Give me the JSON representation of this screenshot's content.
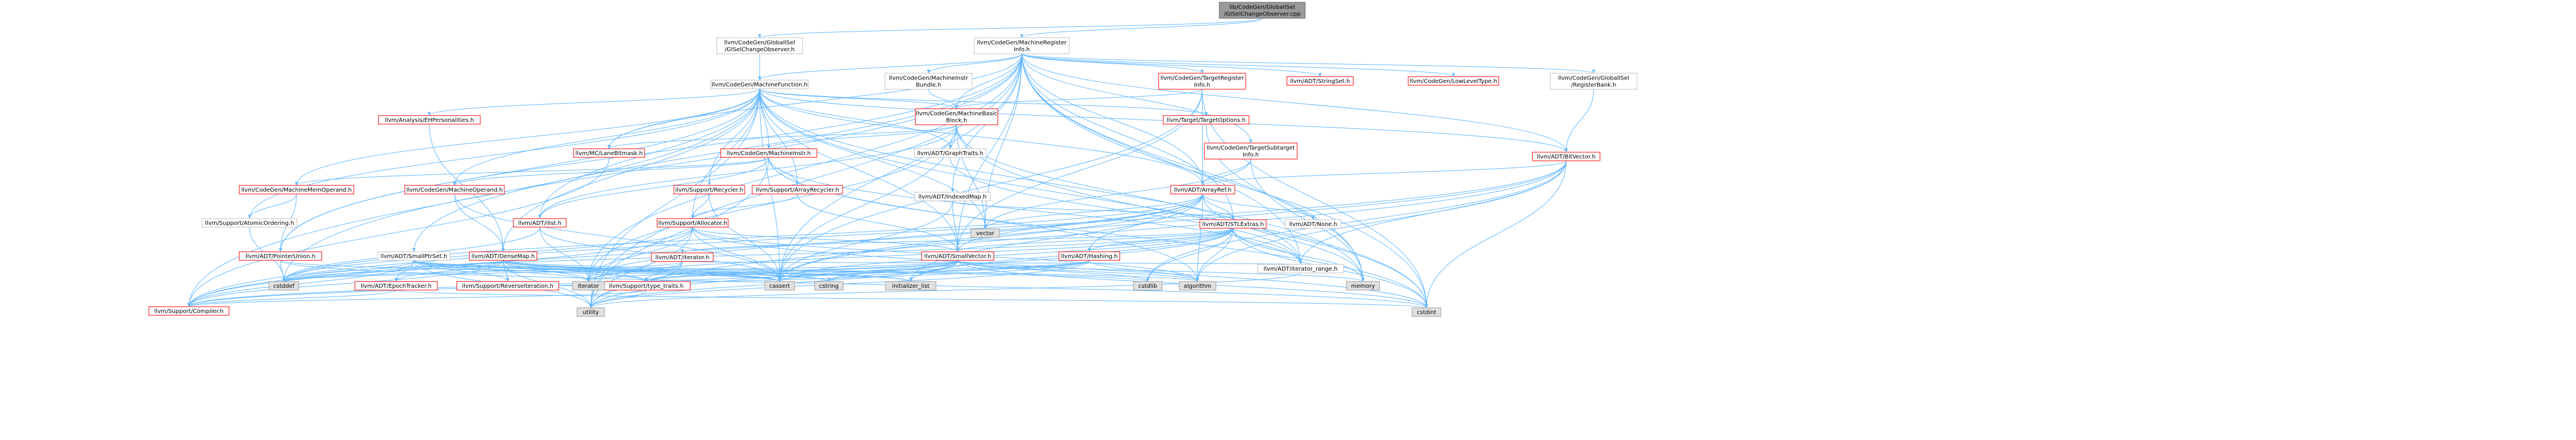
{
  "colors": {
    "edge": "#63b8ff",
    "node_fill": "#ffffff",
    "node_stroke": "#bfbfbf",
    "text_normal": "#000000",
    "text_red": "#ff0000",
    "root_fill": "#999999",
    "root_stroke": "#666666",
    "system_fill": "#e0e0e0",
    "system_stroke": "#999999"
  },
  "nodes": {
    "gisel_cpp": {
      "lines": [
        "lib/CodeGen/GlobalISel",
        "/GISelChangeObserver.cpp"
      ],
      "kind": "root"
    },
    "gisel_h": {
      "lines": [
        "llvm/CodeGen/GlobalISel",
        "/GISelChangeObserver.h"
      ],
      "kind": "normal"
    },
    "mri_h": {
      "lines": [
        "llvm/CodeGen/MachineRegister",
        "Info.h"
      ],
      "kind": "normal"
    },
    "mf_h": {
      "lines": [
        "llvm/CodeGen/MachineFunction.h"
      ],
      "kind": "normal"
    },
    "mib_h": {
      "lines": [
        "llvm/CodeGen/MachineInstr",
        "Bundle.h"
      ],
      "kind": "normal"
    },
    "tri_h": {
      "lines": [
        "llvm/CodeGen/TargetRegister",
        "Info.h"
      ],
      "kind": "red"
    },
    "stringset_h": {
      "lines": [
        "llvm/ADT/StringSet.h"
      ],
      "kind": "red"
    },
    "lowleveltype_h": {
      "lines": [
        "llvm/CodeGen/LowLevelType.h"
      ],
      "kind": "red"
    },
    "rb_h": {
      "lines": [
        "llvm/CodeGen/GlobalISel",
        "/RegisterBank.h"
      ],
      "kind": "normal"
    },
    "eh_h": {
      "lines": [
        "llvm/Analysis/EHPersonalities.h"
      ],
      "kind": "red"
    },
    "mbb_h": {
      "lines": [
        "llvm/CodeGen/MachineBasic",
        "Block.h"
      ],
      "kind": "red"
    },
    "targetoptions_h": {
      "lines": [
        "llvm/Target/TargetOptions.h"
      ],
      "kind": "red"
    },
    "bitvector_h": {
      "lines": [
        "llvm/ADT/BitVector.h"
      ],
      "kind": "red"
    },
    "lanebitmask_h": {
      "lines": [
        "llvm/MC/LaneBitmask.h"
      ],
      "kind": "red"
    },
    "mi_h": {
      "lines": [
        "llvm/CodeGen/MachineInstr.h"
      ],
      "kind": "red"
    },
    "graphtraits_h": {
      "lines": [
        "llvm/ADT/GraphTraits.h"
      ],
      "kind": "normal"
    },
    "tsi_h": {
      "lines": [
        "llvm/CodeGen/TargetSubtarget",
        "Info.h"
      ],
      "kind": "red"
    },
    "mmo_h": {
      "lines": [
        "llvm/CodeGen/MachineMemOperand.h"
      ],
      "kind": "red"
    },
    "mo_h": {
      "lines": [
        "llvm/CodeGen/MachineOperand.h"
      ],
      "kind": "red"
    },
    "recycler_h": {
      "lines": [
        "llvm/Support/Recycler.h"
      ],
      "kind": "red"
    },
    "arrayrecycler_h": {
      "lines": [
        "llvm/Support/ArrayRecycler.h"
      ],
      "kind": "red"
    },
    "indexedmap_h": {
      "lines": [
        "llvm/ADT/IndexedMap.h"
      ],
      "kind": "normal"
    },
    "arrayref_h": {
      "lines": [
        "llvm/ADT/ArrayRef.h"
      ],
      "kind": "red"
    },
    "atomicordering_h": {
      "lines": [
        "llvm/Support/AtomicOrdering.h"
      ],
      "kind": "normal"
    },
    "ilist_h": {
      "lines": [
        "llvm/ADT/ilist.h"
      ],
      "kind": "red"
    },
    "allocator_h": {
      "lines": [
        "llvm/Support/Allocator.h"
      ],
      "kind": "red"
    },
    "stlextras_h": {
      "lines": [
        "llvm/ADT/STLExtras.h"
      ],
      "kind": "red"
    },
    "none_h": {
      "lines": [
        "llvm/ADT/None.h"
      ],
      "kind": "normal"
    },
    "pointerunion_h": {
      "lines": [
        "llvm/ADT/PointerUnion.h"
      ],
      "kind": "red"
    },
    "smallptrset_h": {
      "lines": [
        "llvm/ADT/SmallPtrSet.h"
      ],
      "kind": "normal"
    },
    "densemap_h": {
      "lines": [
        "llvm/ADT/DenseMap.h"
      ],
      "kind": "red"
    },
    "iterator_h": {
      "lines": [
        "llvm/ADT/iterator.h"
      ],
      "kind": "red"
    },
    "smallvector_h": {
      "lines": [
        "llvm/ADT/SmallVector.h"
      ],
      "kind": "red"
    },
    "hashing_h": {
      "lines": [
        "llvm/ADT/Hashing.h"
      ],
      "kind": "red"
    },
    "epochtracker_h": {
      "lines": [
        "llvm/ADT/EpochTracker.h"
      ],
      "kind": "red"
    },
    "reverseiteration_h": {
      "lines": [
        "llvm/Support/ReverseIteration.h"
      ],
      "kind": "red"
    },
    "typetraits_h": {
      "lines": [
        "llvm/Support/type_traits.h"
      ],
      "kind": "red"
    },
    "iteratorrange_h": {
      "lines": [
        "llvm/ADT/iterator_range.h"
      ],
      "kind": "normal"
    },
    "compiler_h": {
      "lines": [
        "llvm/Support/Compiler.h"
      ],
      "kind": "red"
    },
    "vector": {
      "lines": [
        "vector"
      ],
      "kind": "system"
    },
    "cstddef": {
      "lines": [
        "cstddef"
      ],
      "kind": "system"
    },
    "iterator": {
      "lines": [
        "iterator"
      ],
      "kind": "system"
    },
    "cassert": {
      "lines": [
        "cassert"
      ],
      "kind": "system"
    },
    "cstring": {
      "lines": [
        "cstring"
      ],
      "kind": "system"
    },
    "initializer_list": {
      "lines": [
        "initializer_list"
      ],
      "kind": "system"
    },
    "cstdlib": {
      "lines": [
        "cstdlib"
      ],
      "kind": "system"
    },
    "algorithm": {
      "lines": [
        "algorithm"
      ],
      "kind": "system"
    },
    "memory": {
      "lines": [
        "memory"
      ],
      "kind": "system"
    },
    "utility": {
      "lines": [
        "utility"
      ],
      "kind": "system"
    },
    "cstdint": {
      "lines": [
        "cstdint"
      ],
      "kind": "system"
    }
  },
  "edges": [
    [
      "gisel_cpp",
      "gisel_h"
    ],
    [
      "gisel_cpp",
      "mri_h"
    ],
    [
      "gisel_h",
      "mf_h"
    ],
    [
      "mri_h",
      "mf_h"
    ],
    [
      "mri_h",
      "mib_h"
    ],
    [
      "mri_h",
      "tri_h"
    ],
    [
      "mri_h",
      "stringset_h"
    ],
    [
      "mri_h",
      "lowleveltype_h"
    ],
    [
      "mri_h",
      "rb_h"
    ],
    [
      "mri_h",
      "mbb_h"
    ],
    [
      "mri_h",
      "bitvector_h"
    ],
    [
      "mri_h",
      "lanebitmask_h"
    ],
    [
      "mri_h",
      "tsi_h"
    ],
    [
      "mri_h",
      "indexedmap_h"
    ],
    [
      "mri_h",
      "arrayref_h"
    ],
    [
      "mri_h",
      "stlextras_h"
    ],
    [
      "mri_h",
      "pointerunion_h"
    ],
    [
      "mri_h",
      "smallptrset_h"
    ],
    [
      "mri_h",
      "smallvector_h"
    ],
    [
      "mri_h",
      "iteratorrange_h"
    ],
    [
      "mri_h",
      "cassert"
    ],
    [
      "mri_h",
      "cstddef"
    ],
    [
      "mri_h",
      "cstdint"
    ],
    [
      "mri_h",
      "iterator"
    ],
    [
      "mri_h",
      "memory"
    ],
    [
      "mri_h",
      "utility"
    ],
    [
      "mri_h",
      "vector"
    ],
    [
      "mf_h",
      "eh_h"
    ],
    [
      "mf_h",
      "mbb_h"
    ],
    [
      "mf_h",
      "targetoptions_h"
    ],
    [
      "mf_h",
      "bitvector_h"
    ],
    [
      "mf_h",
      "mi_h"
    ],
    [
      "mf_h",
      "graphtraits_h"
    ],
    [
      "mf_h",
      "mmo_h"
    ],
    [
      "mf_h",
      "mo_h"
    ],
    [
      "mf_h",
      "recycler_h"
    ],
    [
      "mf_h",
      "arrayrecycler_h"
    ],
    [
      "mf_h",
      "arrayref_h"
    ],
    [
      "mf_h",
      "atomicordering_h"
    ],
    [
      "mf_h",
      "ilist_h"
    ],
    [
      "mf_h",
      "allocator_h"
    ],
    [
      "mf_h",
      "densemap_h"
    ],
    [
      "mf_h",
      "smallvector_h"
    ],
    [
      "mf_h",
      "compiler_h"
    ],
    [
      "mf_h",
      "cassert"
    ],
    [
      "mf_h",
      "cstdint"
    ],
    [
      "mf_h",
      "memory"
    ],
    [
      "mf_h",
      "utility"
    ],
    [
      "mf_h",
      "vector"
    ],
    [
      "mf_h",
      "pointerunion_h"
    ],
    [
      "mf_h",
      "lanebitmask_h"
    ],
    [
      "mib_h",
      "mbb_h"
    ],
    [
      "tri_h",
      "mbb_h"
    ],
    [
      "tri_h",
      "arrayref_h"
    ],
    [
      "tri_h",
      "smallvector_h"
    ],
    [
      "tri_h",
      "cassert"
    ],
    [
      "tri_h",
      "cstdint"
    ],
    [
      "rb_h",
      "bitvector_h"
    ],
    [
      "eh_h",
      "densemap_h"
    ],
    [
      "mbb_h",
      "graphtraits_h"
    ],
    [
      "mbb_h",
      "mi_h"
    ],
    [
      "mbb_h",
      "lanebitmask_h"
    ],
    [
      "mbb_h",
      "ilist_h"
    ],
    [
      "mbb_h",
      "iteratorrange_h"
    ],
    [
      "mbb_h",
      "cassert"
    ],
    [
      "mbb_h",
      "cstdint"
    ],
    [
      "mbb_h",
      "vector"
    ],
    [
      "mbb_h",
      "iterator"
    ],
    [
      "targetoptions_h",
      "memory"
    ],
    [
      "bitvector_h",
      "arrayref_h"
    ],
    [
      "bitvector_h",
      "iteratorrange_h"
    ],
    [
      "bitvector_h",
      "algorithm"
    ],
    [
      "bitvector_h",
      "cassert"
    ],
    [
      "bitvector_h",
      "climits_placeholder"
    ],
    [
      "bitvector_h",
      "cstdint"
    ],
    [
      "bitvector_h",
      "cstdlib"
    ],
    [
      "bitvector_h",
      "utility"
    ],
    [
      "bitvector_h",
      "compiler_h"
    ],
    [
      "lanebitmask_h",
      "compiler_h"
    ],
    [
      "mi_h",
      "mmo_h"
    ],
    [
      "mi_h",
      "mo_h"
    ],
    [
      "mi_h",
      "arrayrecycler_h"
    ],
    [
      "mi_h",
      "iteratorrange_h"
    ],
    [
      "mi_h",
      "ilist_h"
    ],
    [
      "mi_h",
      "cstdint"
    ],
    [
      "mi_h",
      "utility"
    ],
    [
      "mi_h",
      "algorithm"
    ],
    [
      "tsi_h",
      "arrayref_h"
    ],
    [
      "tsi_h",
      "memory"
    ],
    [
      "tsi_h",
      "vector"
    ],
    [
      "mmo_h",
      "atomicordering_h"
    ],
    [
      "mmo_h",
      "pointerunion_h"
    ],
    [
      "mo_h",
      "densemap_h"
    ],
    [
      "mo_h",
      "cassert"
    ],
    [
      "recycler_h",
      "allocator_h"
    ],
    [
      "recycler_h",
      "cassert"
    ],
    [
      "arrayrecycler_h",
      "allocator_h"
    ],
    [
      "arrayrecycler_h",
      "smallvector_h"
    ],
    [
      "indexedmap_h",
      "smallvector_h"
    ],
    [
      "indexedmap_h",
      "stlextras_h"
    ],
    [
      "indexedmap_h",
      "cassert"
    ],
    [
      "arrayref_h",
      "hashing_h"
    ],
    [
      "arrayref_h",
      "none_h"
    ],
    [
      "arrayref_h",
      "smallvector_h"
    ],
    [
      "arrayref_h",
      "stlextras_h"
    ],
    [
      "arrayref_h",
      "compiler_h"
    ],
    [
      "arrayref_h",
      "algorithm"
    ],
    [
      "arrayref_h",
      "array_placeholder"
    ],
    [
      "arrayref_h",
      "cassert"
    ],
    [
      "arrayref_h",
      "cstddef"
    ],
    [
      "arrayref_h",
      "initializer_list"
    ],
    [
      "arrayref_h",
      "iterator"
    ],
    [
      "arrayref_h",
      "memory"
    ],
    [
      "arrayref_h",
      "vector"
    ],
    [
      "atomicordering_h",
      "cstddef"
    ],
    [
      "ilist_h",
      "cassert"
    ],
    [
      "ilist_h",
      "cstddef"
    ],
    [
      "ilist_h",
      "iterator"
    ],
    [
      "allocator_h",
      "compiler_h"
    ],
    [
      "allocator_h",
      "smallvector_h"
    ],
    [
      "allocator_h",
      "algorithm"
    ],
    [
      "allocator_h",
      "cassert"
    ],
    [
      "allocator_h",
      "cstddef"
    ],
    [
      "allocator_h",
      "cstdint"
    ],
    [
      "allocator_h",
      "iterator"
    ],
    [
      "allocator_h",
      "utility"
    ],
    [
      "stlextras_h",
      "iterator_h"
    ],
    [
      "stlextras_h",
      "iteratorrange_h"
    ],
    [
      "stlextras_h",
      "smallvector_h"
    ],
    [
      "stlextras_h",
      "hashing_h"
    ],
    [
      "stlextras_h",
      "algorithm"
    ],
    [
      "stlextras_h",
      "cassert"
    ],
    [
      "stlextras_h",
      "cstddef"
    ],
    [
      "stlextras_h",
      "cstdint"
    ],
    [
      "stlextras_h",
      "cstdlib"
    ],
    [
      "stlextras_h",
      "initializer_list"
    ],
    [
      "stlextras_h",
      "iterator"
    ],
    [
      "stlextras_h",
      "memory"
    ],
    [
      "stlextras_h",
      "utility"
    ],
    [
      "pointerunion_h",
      "cassert"
    ],
    [
      "pointerunion_h",
      "cstddef"
    ],
    [
      "pointerunion_h",
      "cstdint"
    ],
    [
      "smallptrset_h",
      "epochtracker_h"
    ],
    [
      "smallptrset_h",
      "reverseiteration_h"
    ],
    [
      "smallptrset_h",
      "typetraits_h"
    ],
    [
      "smallptrset_h",
      "compiler_h"
    ],
    [
      "smallptrset_h",
      "cassert"
    ],
    [
      "smallptrset_h",
      "cstddef"
    ],
    [
      "smallptrset_h",
      "cstdlib"
    ],
    [
      "smallptrset_h",
      "cstring"
    ],
    [
      "smallptrset_h",
      "initializer_list"
    ],
    [
      "smallptrset_h",
      "iterator"
    ],
    [
      "smallptrset_h",
      "utility"
    ],
    [
      "densemap_h",
      "epochtracker_h"
    ],
    [
      "densemap_h",
      "reverseiteration_h"
    ],
    [
      "densemap_h",
      "typetraits_h"
    ],
    [
      "densemap_h",
      "compiler_h"
    ],
    [
      "densemap_h",
      "algorithm"
    ],
    [
      "densemap_h",
      "cassert"
    ],
    [
      "densemap_h",
      "cstddef"
    ],
    [
      "densemap_h",
      "cstring"
    ],
    [
      "densemap_h",
      "initializer_list"
    ],
    [
      "densemap_h",
      "iterator"
    ],
    [
      "densemap_h",
      "utility"
    ],
    [
      "iterator_h",
      "iteratorrange_h"
    ],
    [
      "iterator_h",
      "cstddef"
    ],
    [
      "iterator_h",
      "iterator"
    ],
    [
      "iterator_h",
      "typetraits_h"
    ],
    [
      "iterator_h",
      "utility"
    ],
    [
      "smallvector_h",
      "compiler_h"
    ],
    [
      "smallvector_h",
      "typetraits_h"
    ],
    [
      "smallvector_h",
      "algorithm"
    ],
    [
      "smallvector_h",
      "cassert"
    ],
    [
      "smallvector_h",
      "cstddef"
    ],
    [
      "smallvector_h",
      "cstdlib"
    ],
    [
      "smallvector_h",
      "cstring"
    ],
    [
      "smallvector_h",
      "initializer_list"
    ],
    [
      "smallvector_h",
      "iterator"
    ],
    [
      "smallvector_h",
      "memory"
    ],
    [
      "smallvector_h",
      "utility"
    ],
    [
      "smallvector_h",
      "cstdint"
    ],
    [
      "hashing_h",
      "typetraits_h"
    ],
    [
      "hashing_h",
      "compiler_h"
    ],
    [
      "hashing_h",
      "algorithm"
    ],
    [
      "hashing_h",
      "cassert"
    ],
    [
      "hashing_h",
      "cstring"
    ],
    [
      "hashing_h",
      "utility"
    ],
    [
      "epochtracker_h",
      "compiler_h"
    ],
    [
      "epochtracker_h",
      "cstdint"
    ],
    [
      "reverseiteration_h",
      "typetraits_h"
    ],
    [
      "typetraits_h",
      "compiler_h"
    ],
    [
      "typetraits_h",
      "utility"
    ],
    [
      "iteratorrange_h",
      "utility"
    ],
    [
      "graphtraits_h",
      "iteratorrange_h"
    ]
  ]
}
